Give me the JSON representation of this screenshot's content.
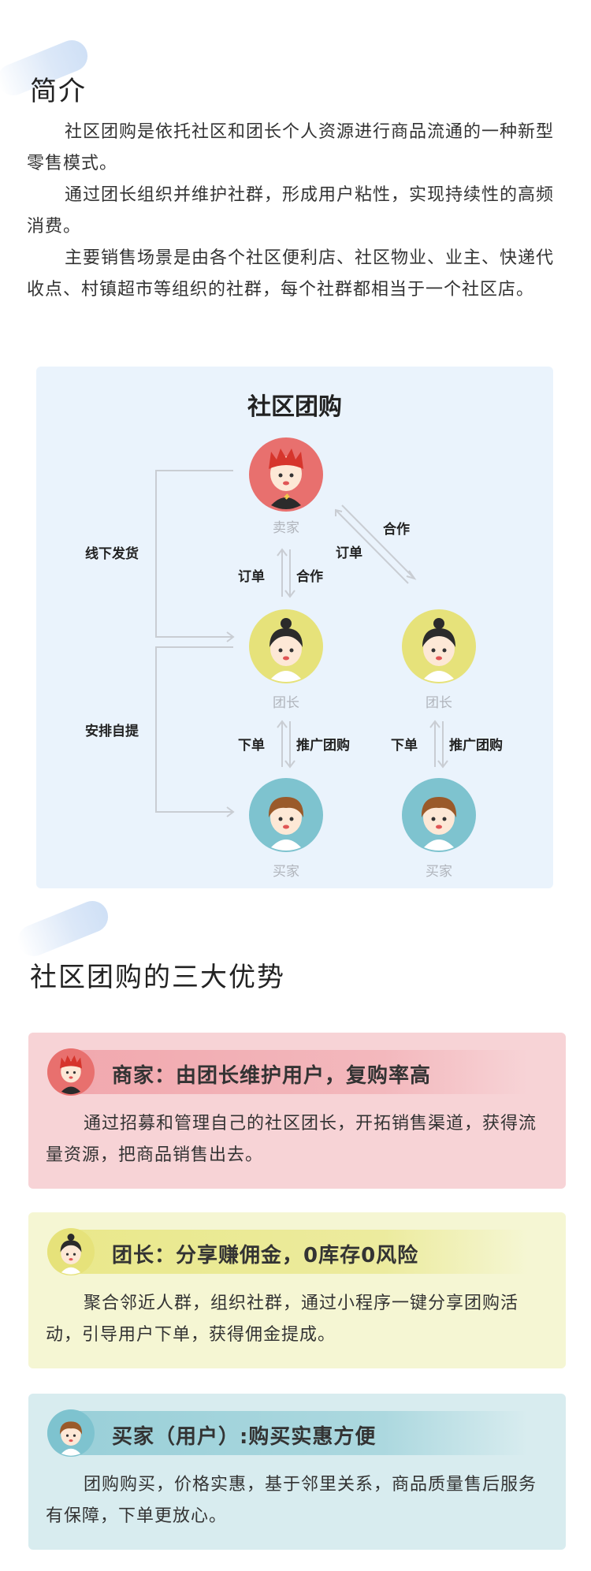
{
  "intro": {
    "title": "简介",
    "paragraphs": [
      "社区团购是依托社区和团长个人资源进行商品流通的一种新型零售模式。",
      "通过团长组织并维护社群，形成用户粘性，实现持续性的高频消费。",
      "主要销售场景是由各个社区便利店、社区物业、业主、快递代收点、村镇超市等组织的社群，每个社群都相当于一个社区店。"
    ]
  },
  "diagram": {
    "title": "社区团购",
    "roles": {
      "seller": "卖家",
      "leader": "团长",
      "buyer": "买家"
    },
    "labels": {
      "offline_ship": "线下发货",
      "self_pickup": "安排自提",
      "order": "订单",
      "cooperate": "合作",
      "place_order": "下单",
      "promote": "推广团购"
    }
  },
  "advantages": {
    "title": "社区团购的三大优势",
    "cards": [
      {
        "title": "商家：由团长维护用户，复购率高",
        "text": "通过招募和管理自己的社区团长，开拓销售渠道，获得流量资源，把商品销售出去。",
        "icon": "seller-avatar-icon",
        "color": "#f7d3d6"
      },
      {
        "title": "团长：分享赚佣金，0库存0风险",
        "text": "聚合邻近人群，组织社群，通过小程序一键分享团购活动，引导用户下单，获得佣金提成。",
        "icon": "leader-avatar-icon",
        "color": "#f5f6d3"
      },
      {
        "title": "买家（用户）:购买实惠方便",
        "text": "团购购买，价格实惠，基于邻里关系，商品质量售后服务有保障，下单更放心。",
        "icon": "buyer-avatar-icon",
        "color": "#d8ecef"
      }
    ]
  }
}
